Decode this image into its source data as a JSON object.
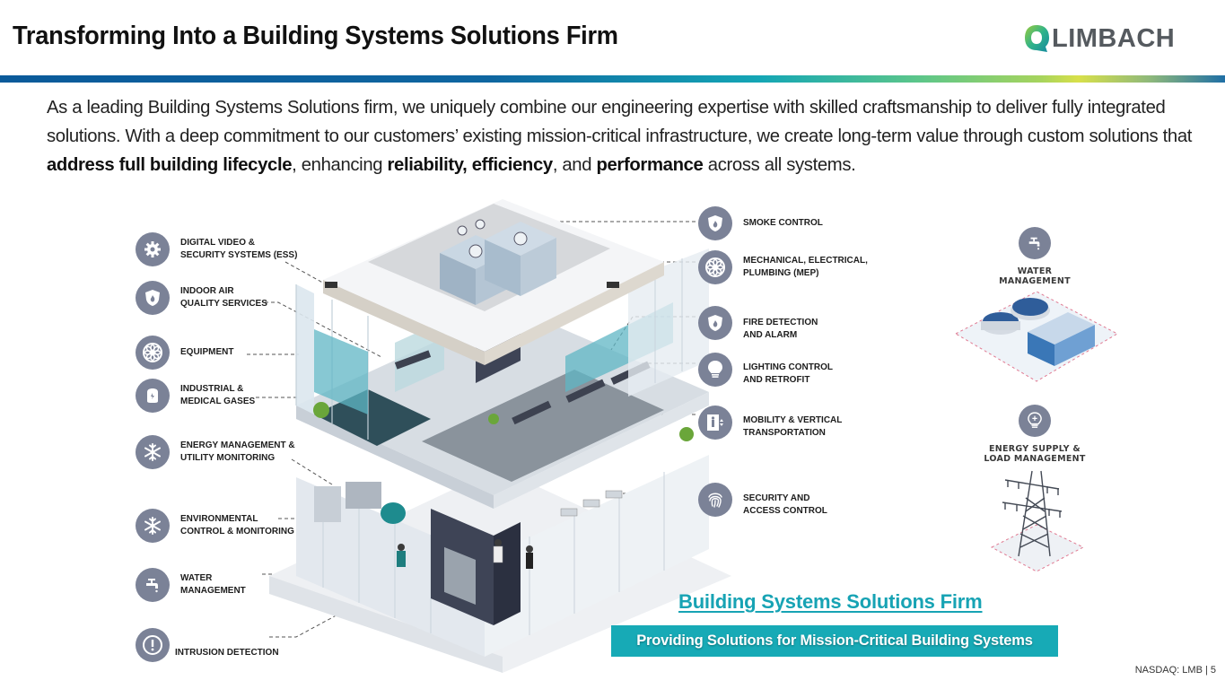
{
  "header": {
    "title": "Transforming Into a Building Systems Solutions Firm",
    "logo_text": "LIMBACH",
    "brand_colors": {
      "blue": "#0a5a9a",
      "teal": "#17aab6",
      "lime": "#d8e04a",
      "icon_grey": "#7b8297"
    }
  },
  "intro": {
    "part1": "As a leading Building Systems Solutions firm, we uniquely combine our engineering expertise with skilled craftsmanship to deliver fully integrated solutions. With a deep commitment to our customers’ existing mission-critical infrastructure, we create long-term value through custom solutions that ",
    "bold1": "address full building lifecycle",
    "part2": ", enhancing ",
    "bold2": "reliability, efficiency",
    "part3": ", and ",
    "bold3": "performance",
    "part4": " across all systems."
  },
  "left_features": [
    {
      "label": "DIGITAL VIDEO &\nSECURITY SYSTEMS (ESS)",
      "icon": "gear-icon"
    },
    {
      "label": "INDOOR AIR\nQUALITY SERVICES",
      "icon": "shield-flame-icon"
    },
    {
      "label": "EQUIPMENT",
      "icon": "fan-icon"
    },
    {
      "label": "INDUSTRIAL &\nMEDICAL GASES",
      "icon": "gas-cylinder-icon"
    },
    {
      "label": "ENERGY MANAGEMENT &\nUTILITY MONITORING",
      "icon": "snowflake-icon"
    },
    {
      "label": "ENVIRONMENTAL\nCONTROL & MONITORING",
      "icon": "snowflake-icon"
    },
    {
      "label": "WATER\nMANAGEMENT",
      "icon": "faucet-icon"
    },
    {
      "label": "INTRUSION DETECTION",
      "icon": "alert-icon"
    }
  ],
  "right_features": [
    {
      "label": "SMOKE CONTROL",
      "icon": "shield-flame-icon"
    },
    {
      "label": "MECHANICAL, ELECTRICAL,\nPLUMBING (MEP)",
      "icon": "fan-icon"
    },
    {
      "label": "FIRE DETECTION\nAND ALARM",
      "icon": "shield-flame-icon"
    },
    {
      "label": "LIGHTING CONTROL\nAND RETROFIT",
      "icon": "lightbulb-icon"
    },
    {
      "label": "MOBILITY & VERTICAL\nTRANSPORTATION",
      "icon": "elevator-icon"
    },
    {
      "label": "SECURITY AND\nACCESS CONTROL",
      "icon": "fingerprint-icon"
    }
  ],
  "side_features": [
    {
      "label": "WATER\nMANAGEMENT",
      "icon": "faucet-icon"
    },
    {
      "label": "ENERGY SUPPLY &\nLOAD MANAGEMENT",
      "icon": "lightbulb-icon"
    }
  ],
  "cta": {
    "heading": "Building Systems Solutions Firm",
    "banner": "Providing Solutions for Mission-Critical Building Systems"
  },
  "footer": {
    "text": "NASDAQ: LMB | 5"
  }
}
